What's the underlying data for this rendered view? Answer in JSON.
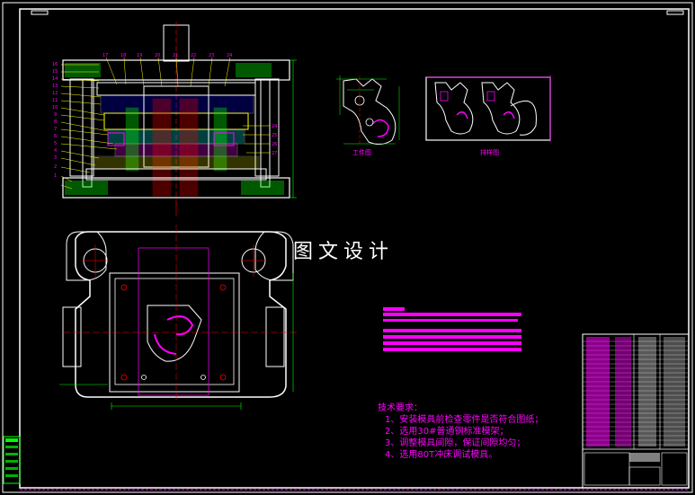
{
  "watermark": "图文设计",
  "views": {
    "part_caption": "工件图",
    "layout_caption": "排样图"
  },
  "tech_requirements": {
    "title": "技术要求：",
    "items": [
      "1、安装模具前检查零件是否符合图纸；",
      "2、选用30#普通钢标准模架；",
      "3、调整模具间隙，保证间隙均匀；",
      "4、选用80T冲床调试模具。"
    ]
  },
  "colors": {
    "background": "#000000",
    "frame": "#ffffff",
    "outline": "#ffffff",
    "magenta": "#ff00ff",
    "green": "#00ff00",
    "red": "#ff0000",
    "cyan": "#00ffff",
    "yellow": "#ffff00",
    "blue": "#0000ff"
  }
}
